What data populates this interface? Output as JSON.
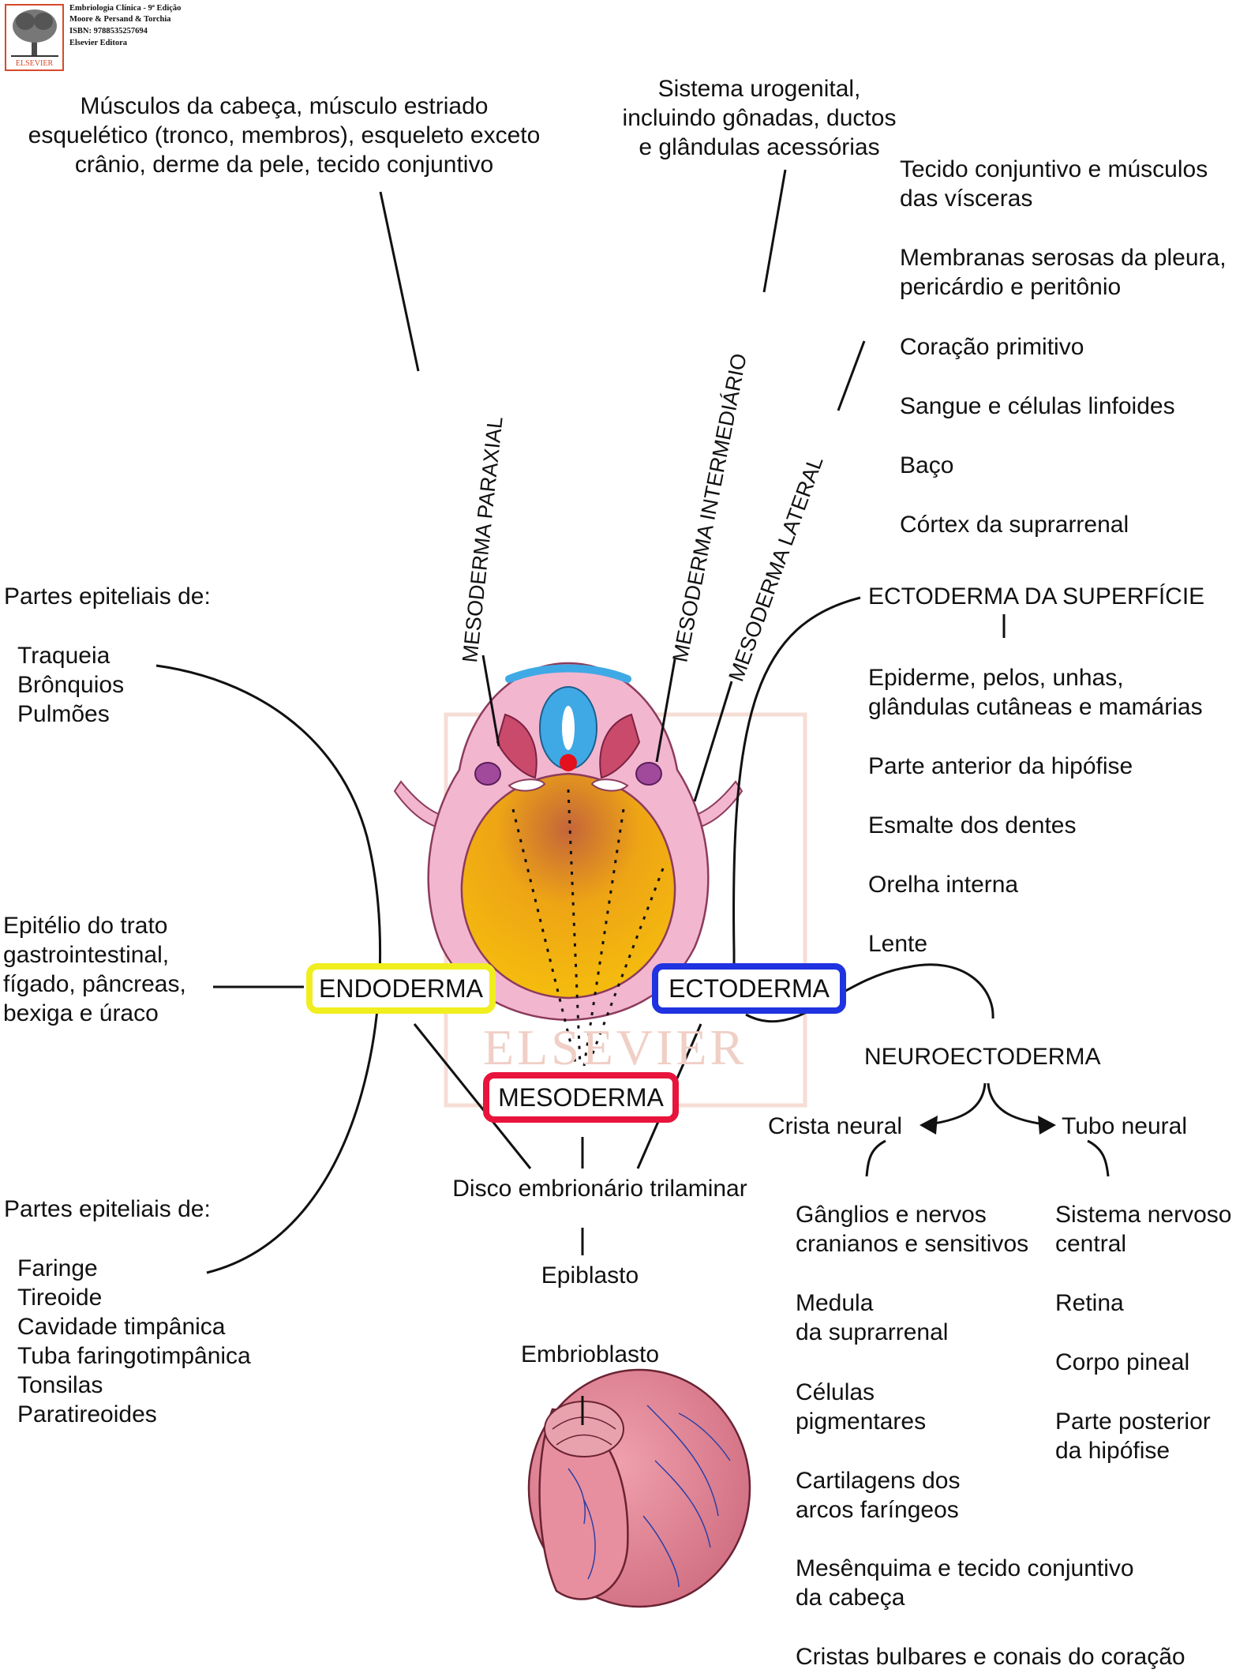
{
  "header": {
    "logo_word": "ELSEVIER",
    "book_lines": [
      "Embriologia Clínica - 9ª Edição",
      "Moore & Persand & Torchia",
      "ISBN: 9788535257694",
      "Elsevier Editora"
    ]
  },
  "watermark": "ELSEVIER",
  "boxes": {
    "endoderm": "ENDODERMA",
    "ectoderm": "ECTODERMA",
    "mesoderm": "MESODERMA"
  },
  "colors": {
    "endoderm_border": "#f0ee1e",
    "ectoderm_border": "#1f33e0",
    "mesoderm_border": "#e8143c",
    "embryo_pink": "#f3b6cf",
    "yolk": "#f2b40a",
    "neural_tube": "#3fa9e6",
    "somite": "#c94a6a",
    "blastocyst": "#d9798a"
  },
  "mesoderm_branches": {
    "paraxial": "MESODERMA PARAXIAL",
    "intermediate": "MESODERMA INTERMEDIÁRIO",
    "lateral": "MESODERMA LATERAL"
  },
  "paraxial_derivatives": "Músculos da cabeça, músculo estriado\nesquelético (tronco, membros), esqueleto exceto\ncrânio, derme da pele, tecido conjuntivo",
  "intermediate_derivatives": "Sistema urogenital,\nincluindo gônadas, ductos\ne glândulas acessórias",
  "lateral_derivatives": [
    "Tecido conjuntivo e músculos\ndas vísceras",
    "Membranas serosas da pleura,\npericárdio e peritônio",
    "Coração primitivo",
    "Sangue e células linfoides",
    "Baço",
    "Córtex da suprarrenal"
  ],
  "surface_ectoderm": {
    "title": "ECTODERMA DA SUPERFÍCIE",
    "items": [
      "Epiderme, pelos, unhas,\nglândulas cutâneas e mamárias",
      "Parte anterior da hipófise",
      "Esmalte dos dentes",
      "Orelha interna",
      "Lente"
    ]
  },
  "neuroectoderm": {
    "title": "NEUROECTODERMA",
    "neural_crest": {
      "title": "Crista neural",
      "items": [
        "Gânglios e nervos\ncranianos e sensitivos",
        "Medula\nda suprarrenal",
        "Células\npigmentares",
        "Cartilagens dos\narcos faríngeos",
        "Mesênquima e tecido conjuntivo\nda cabeça",
        "Cristas bulbares e conais do coração"
      ]
    },
    "neural_tube": {
      "title": "Tubo neural",
      "items": [
        "Sistema nervoso\ncentral",
        "Retina",
        "Corpo pineal",
        "Parte posterior\nda hipófise"
      ]
    }
  },
  "endoderm_derivatives": {
    "upper_heading": "Partes epiteliais de:",
    "upper_items": "Traqueia\nBrônquios\nPulmões",
    "middle": "Epitélio do trato\ngastrointestinal,\nfígado, pâncreas,\nbexiga e úraco",
    "lower_heading": "Partes epiteliais de:",
    "lower_items": "Faringe\nTireoide\nCavidade timpânica\nTuba faringotimpânica\nTonsilas\nParatireoides"
  },
  "lineage": {
    "trilaminar": "Disco embrionário trilaminar",
    "epiblast": "Epiblasto",
    "embryoblast": "Embrioblasto"
  }
}
